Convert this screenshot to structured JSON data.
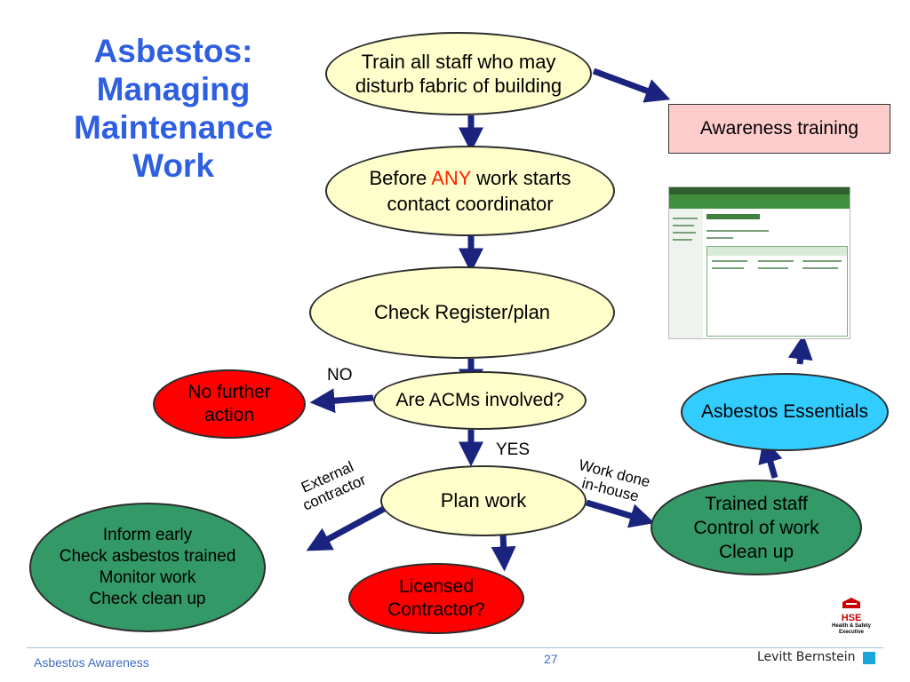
{
  "title": {
    "lines": [
      "Asbestos:",
      "Managing",
      "Maintenance",
      "Work"
    ]
  },
  "nodes": {
    "train": {
      "lines": [
        "Train all staff who may",
        "disturb fabric of building"
      ]
    },
    "awareness": {
      "text": "Awareness training"
    },
    "before": {
      "pre": "Before",
      "highlight": "ANY",
      "post": "work starts",
      "line2": "contact coordinator"
    },
    "register": {
      "text": "Check Register/plan"
    },
    "acms": {
      "text": "Are ACMs involved?"
    },
    "no_further": {
      "lines": [
        "No further",
        "action"
      ]
    },
    "plan": {
      "text": "Plan work"
    },
    "inform": {
      "lines": [
        "Inform early",
        "Check asbestos trained",
        "Monitor work",
        "Check clean up"
      ]
    },
    "licensed": {
      "lines": [
        "Licensed",
        "Contractor?"
      ]
    },
    "trained": {
      "lines": [
        "Trained staff",
        "Control of work",
        "Clean up"
      ]
    },
    "essentials": {
      "text": "Asbestos Essentials"
    }
  },
  "labels": {
    "no": "NO",
    "yes": "YES",
    "external": [
      "External",
      "contractor"
    ],
    "inhouse": [
      "Work done",
      "in-house"
    ]
  },
  "logo": {
    "name": "HSE",
    "sub": [
      "Health & Safety",
      "Executive"
    ]
  },
  "footer": {
    "left": "Asbestos Awareness",
    "page": "27",
    "brand": "Levitt Bernstein"
  },
  "colors": {
    "arrow": "#1a237e",
    "title": "#2e5fe0",
    "highlight": "#ff2200",
    "awareness_box": "#ffcccc",
    "yellow": "#ffffcc",
    "red": "#ff0000",
    "green": "#339966",
    "cyan": "#33ccff"
  }
}
